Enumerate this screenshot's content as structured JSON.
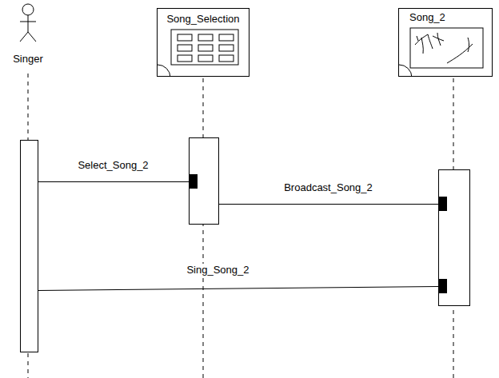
{
  "diagram": {
    "nodes": [
      {
        "text": [
          "Singer"
        ]
      },
      {
        "text": [
          "Song_Selection"
        ]
      },
      {
        "text": [
          "Song_2"
        ]
      }
    ],
    "edges": [
      {
        "from": 0,
        "to": 1,
        "arrow": "none",
        "label": "Select_Song_2"
      },
      {
        "from": 1,
        "to": 2,
        "arrow": "none",
        "label": "Broadcast_Song_2"
      },
      {
        "from": 0,
        "to": 2,
        "arrow": "none",
        "label": "Sing_Song_2"
      }
    ]
  }
}
